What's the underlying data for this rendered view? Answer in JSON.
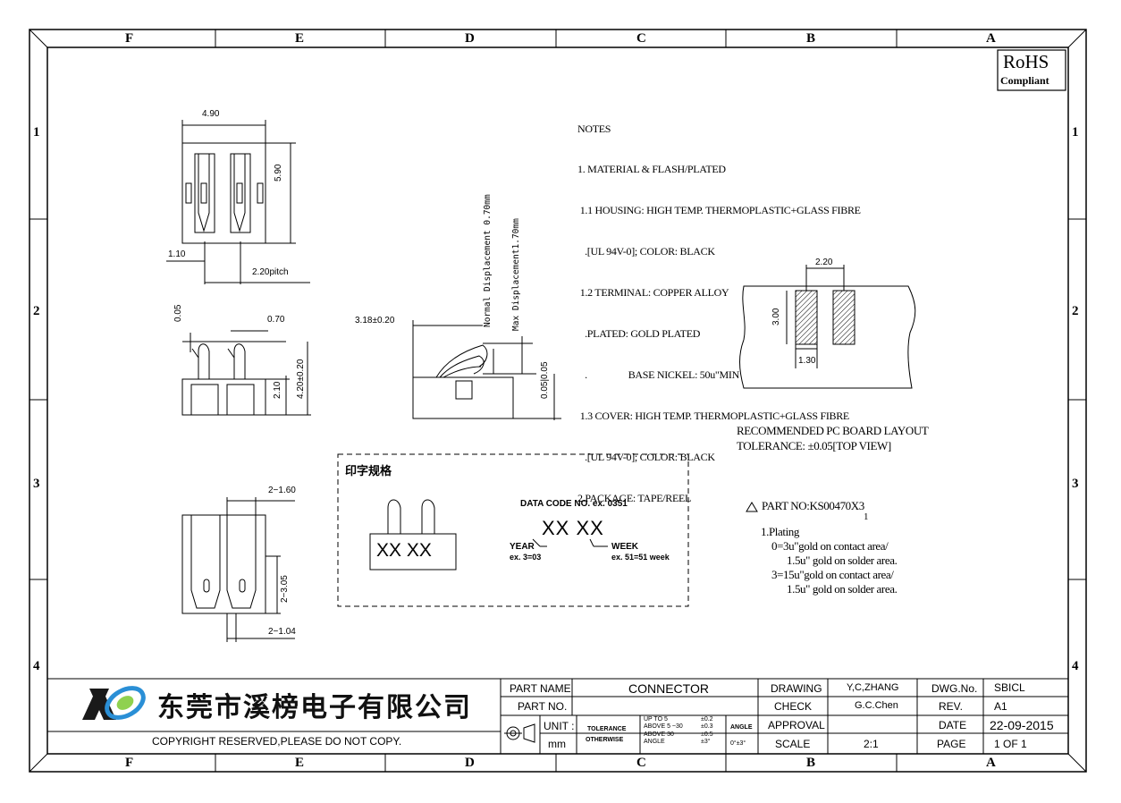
{
  "zones": {
    "columns": [
      "F",
      "E",
      "D",
      "C",
      "B",
      "A"
    ],
    "rows": [
      "1",
      "2",
      "3",
      "4"
    ]
  },
  "rohs": {
    "line1": "RoHS",
    "line2": "Compliant"
  },
  "notes": [
    "NOTES",
    "1. MATERIAL & FLASH/PLATED",
    " 1.1 HOUSING: HIGH TEMP. THERMOPLASTIC+GLASS FIBRE",
    "   .[UL 94V-0]; COLOR: BLACK",
    " 1.2 TERMINAL: COPPER ALLOY",
    "   .PLATED: GOLD PLATED",
    "   .                 BASE NICKEL: 50u\"MIN",
    " 1.3 COVER: HIGH TEMP. THERMOPLASTIC+GLASS FIBRE",
    "   .[UL 94V-0]; COLOR: BLACK",
    "2.PACKAGE: TAPE/REEL"
  ],
  "dims": {
    "top_width": "4.90",
    "top_height": "5.90",
    "top_offset": "1.10",
    "top_pitch": "2.20pitch",
    "side_t1": "0.05",
    "side_t2": "0.70",
    "side_h1": "2.10",
    "side_h2": "4.20±0.20",
    "profile_h": "3.18±0.20",
    "normal_disp": "Normal Displacement 0.70mm",
    "max_disp": "Max Displacement1.70mm",
    "profile_tol": "0.05|0.05",
    "bottom_w1": "2−1.60",
    "bottom_h": "2−3.05",
    "bottom_w2": "2−1.04",
    "pcb_pitch": "2.20",
    "pcb_h": "3.00",
    "pcb_w": "1.30"
  },
  "pcb": {
    "title": "RECOMMENDED PC BOARD LAYOUT",
    "tolerance": "TOLERANCE: ±0.05[TOP VIEW]"
  },
  "marking": {
    "title": "印字规格",
    "chip_text": "XX XX",
    "data_code": "DATA CODE NO. ex. 0351",
    "code_big": "XX XX",
    "year_label": "YEAR",
    "year_ex": "ex. 3=03",
    "week_label": "WEEK",
    "week_ex": "ex. 51=51 week"
  },
  "part_info": {
    "part_no": "PART NO:KS00470X3",
    "sub_no": "1",
    "plating_title": "1.Plating",
    "plating": [
      "0=3u\"gold on contact area/",
      "1.5u\" gold on solder area.",
      "3=15u\"gold on contact area/",
      "1.5u\" gold on solder area."
    ]
  },
  "title_block": {
    "company": "东莞市溪榜电子有限公司",
    "copyright": "COPYRIGHT  RESERVED,PLEASE  DO  NOT  COPY.",
    "part_name_label": "PART NAME",
    "part_name": "CONNECTOR",
    "part_no_label": "PART NO.",
    "part_no": "",
    "unit_label": "UNIT :",
    "unit": "mm",
    "tolerance_label": "TOLERANCE",
    "otherwise_label": "OTHERWISE",
    "tol_rows": [
      {
        "range": "UP TO 5",
        "value": "±0.2"
      },
      {
        "range": "ABOVE 5 ~30",
        "value": "±0.3"
      },
      {
        "range": "ABOVE 30",
        "value": "±0.5"
      },
      {
        "range": "ANGLE",
        "value": "±3°"
      }
    ],
    "angle_label": "ANGLE",
    "angle_value": "0°±3°",
    "drawing_label": "DRAWING",
    "drawing": "Y,C,ZHANG",
    "check_label": "CHECK",
    "check": "G.C.Chen",
    "approval_label": "APPROVAL",
    "approval": "",
    "scale_label": "SCALE",
    "scale": "2:1",
    "dwg_label": "DWG.No.",
    "dwg": "SBICL",
    "rev_label": "REV.",
    "rev": "A1",
    "date_label": "DATE",
    "date": "22-09-2015",
    "page_label": "PAGE",
    "page": "1  OF  1"
  }
}
